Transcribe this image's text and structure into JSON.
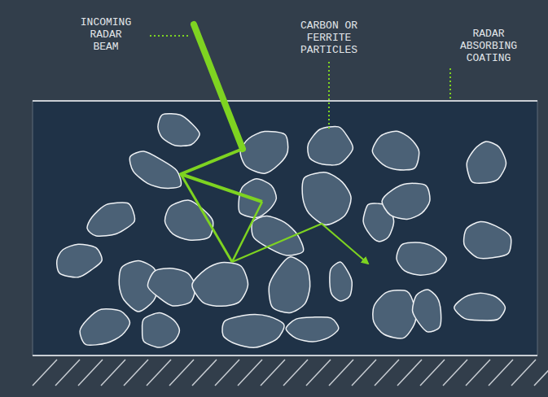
{
  "diagram": {
    "labels": [
      "INCOMING RADAR BEAM",
      "CARBON OR FERRITE PARTICLES",
      "RADAR ABSORBING COATING"
    ]
  }
}
